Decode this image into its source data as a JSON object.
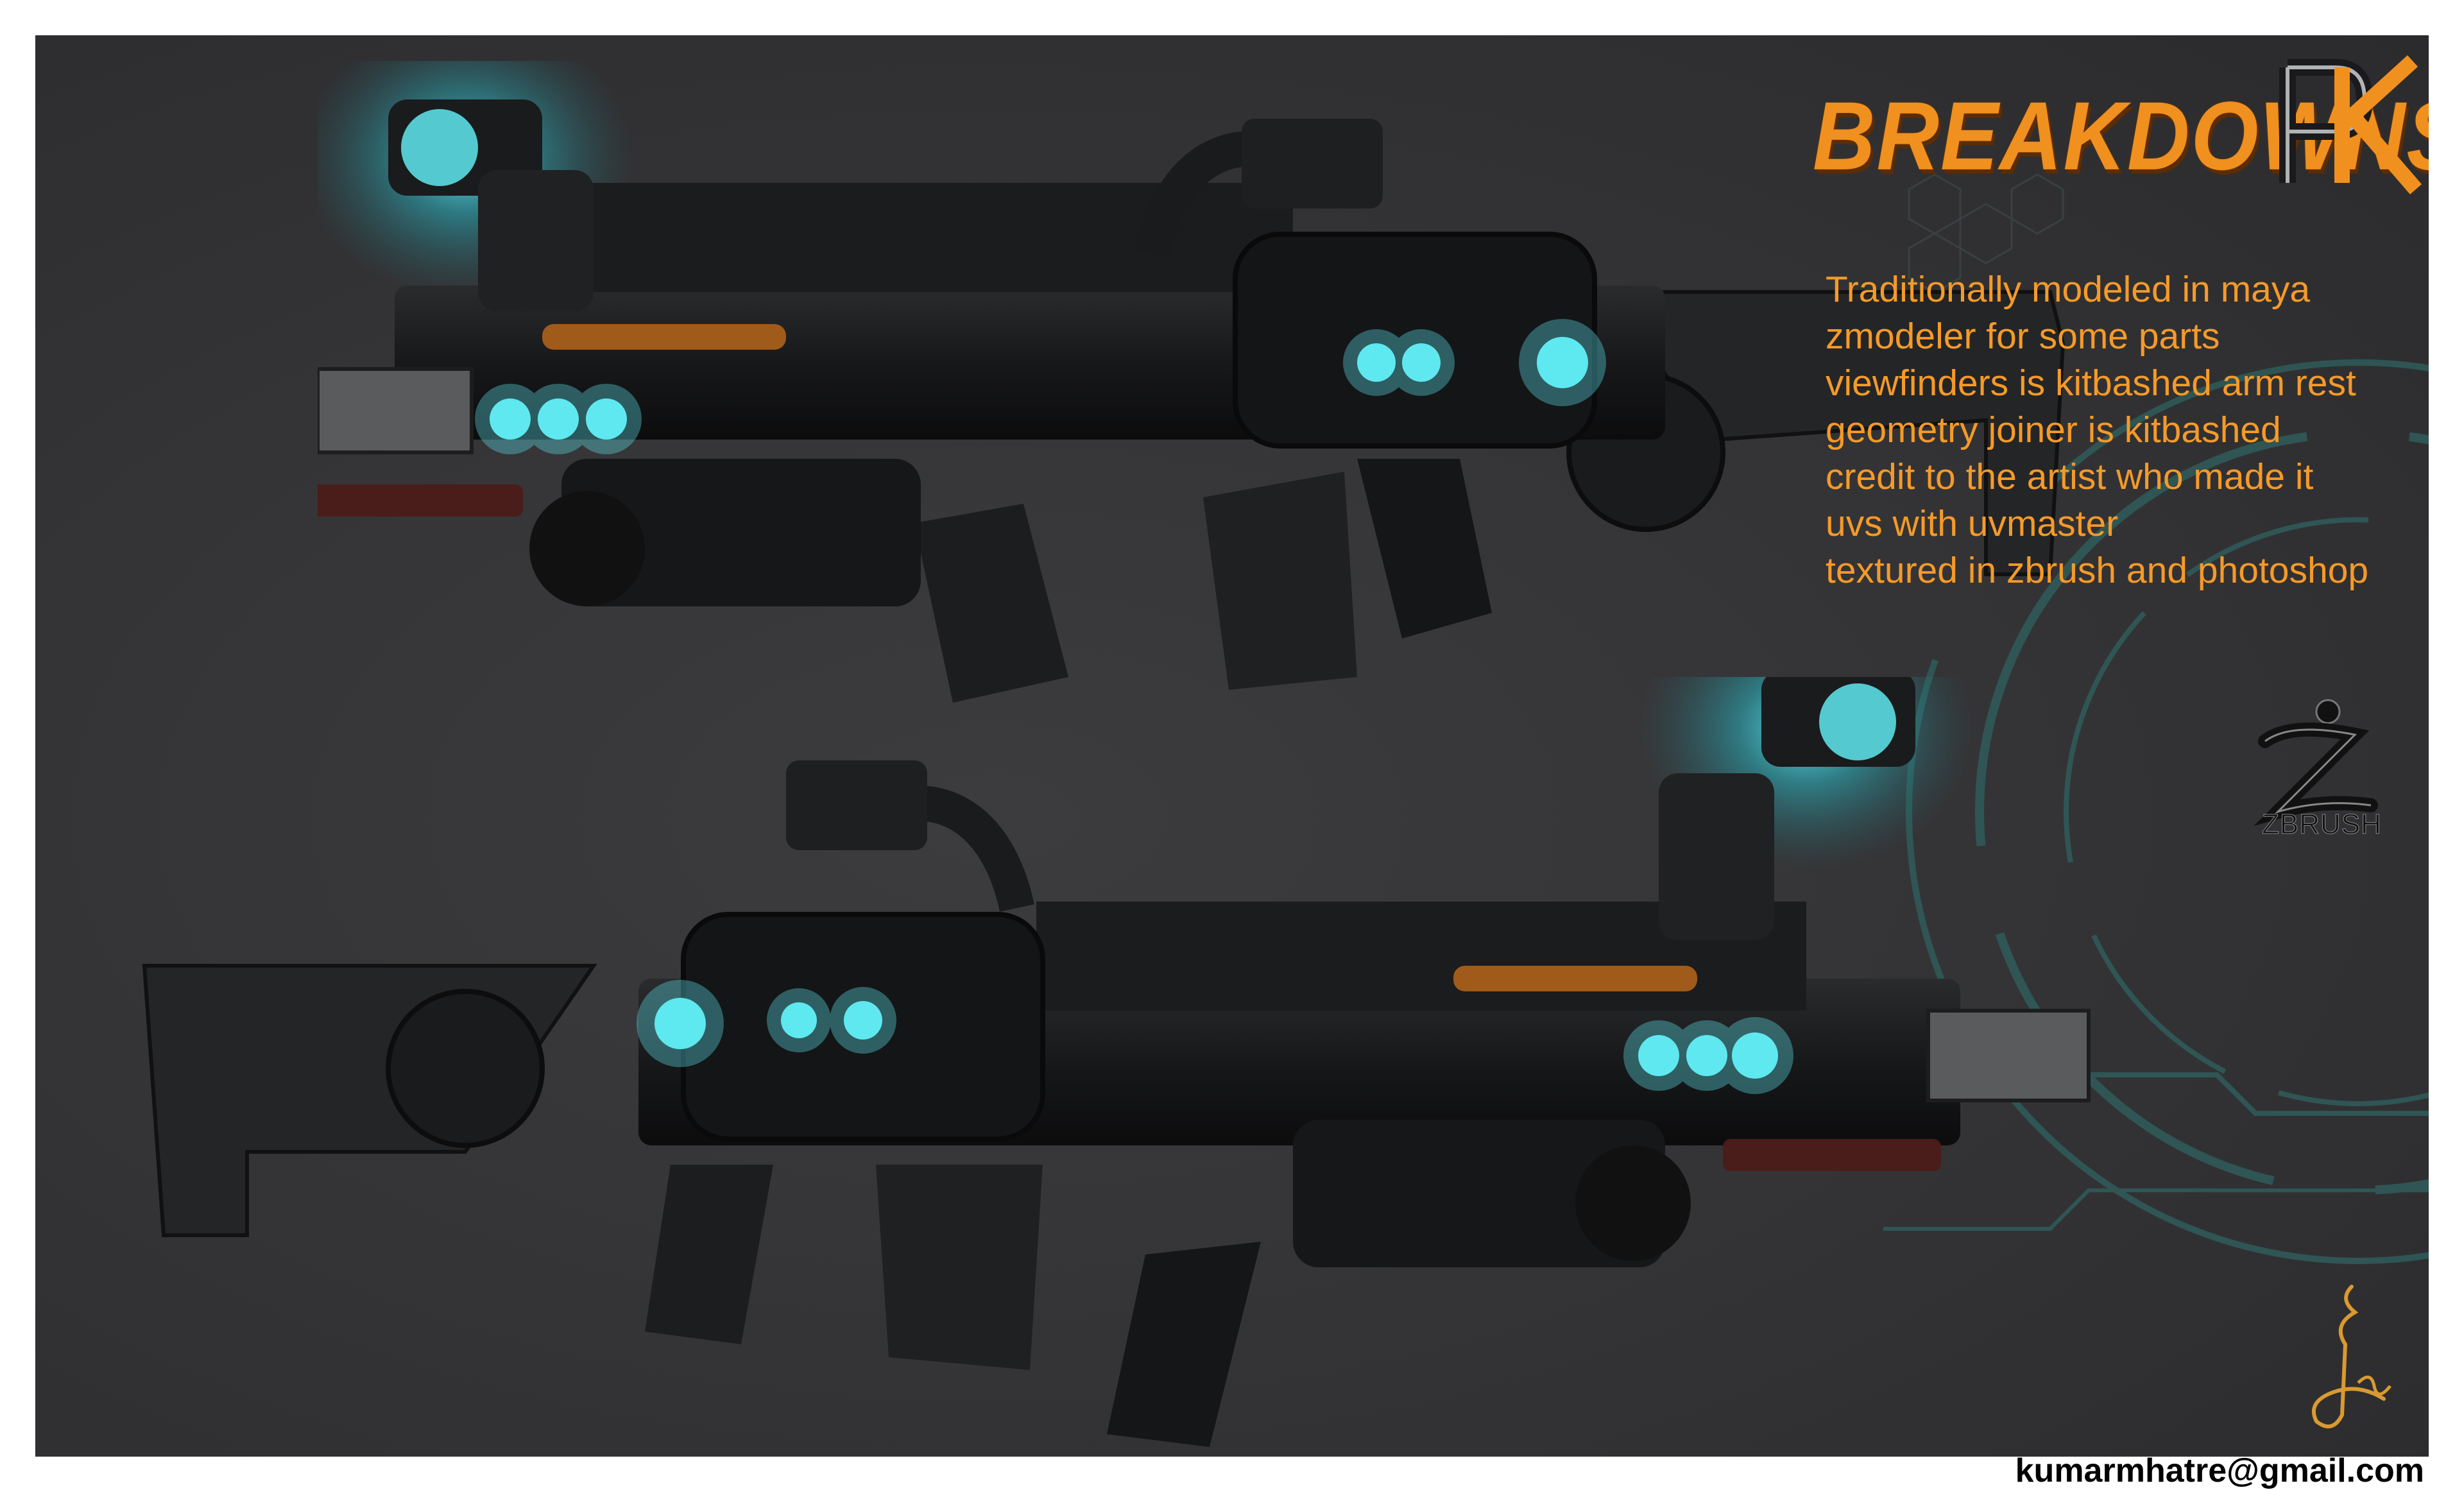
{
  "header": {
    "logo_text": "BREAKDOWNS",
    "logo_mark": "PK"
  },
  "description": {
    "lines": [
      "Traditionally modeled in  maya",
      "zmodeler for some parts",
      "viewfinders is kitbashed arm rest",
      "geometry joiner is kitbashed",
      "credit to the artist who made it",
      "uvs with uvmaster",
      "textured in zbrush and photoshop"
    ]
  },
  "software_badge": {
    "icon": "zbrush-logo-icon",
    "label": "ZBRUSH"
  },
  "footer": {
    "email": "kumarmhatre@gmail.com"
  },
  "colors": {
    "background": "#333335",
    "accent_orange": "#f59a28",
    "glow_cyan": "#5fe8f0",
    "hud_teal": "#2f5a58"
  }
}
